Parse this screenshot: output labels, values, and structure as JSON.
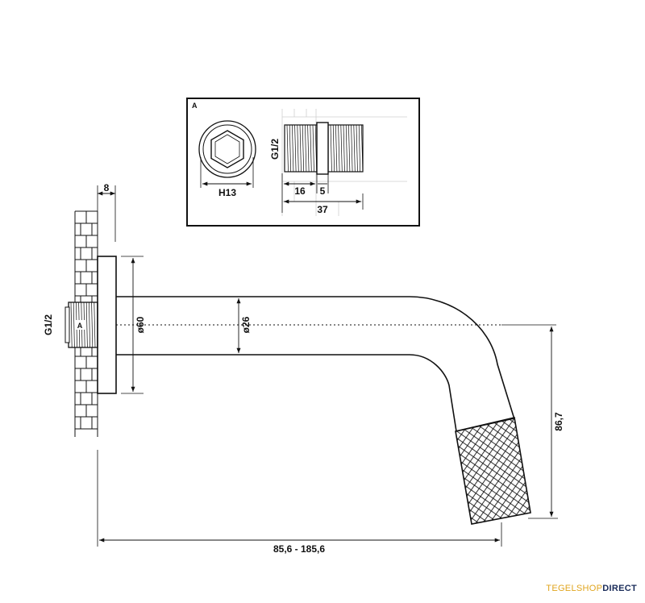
{
  "detail": {
    "label": "A",
    "hex_label": "H13",
    "thread_label": "G1/2",
    "dim_16": "16",
    "dim_5": "5",
    "dim_37": "37"
  },
  "main": {
    "wall_label": "8",
    "thread_label": "G1/2",
    "detail_ref": "A",
    "dia_60": "ø60",
    "dia_26": "ø26",
    "height": "86,7",
    "length": "85,6 - 185,6"
  },
  "brand": {
    "part1": "TEGELSHOP",
    "part2": "DIRECT",
    "color1": "#e0a51e",
    "color2": "#1a2c5a"
  }
}
